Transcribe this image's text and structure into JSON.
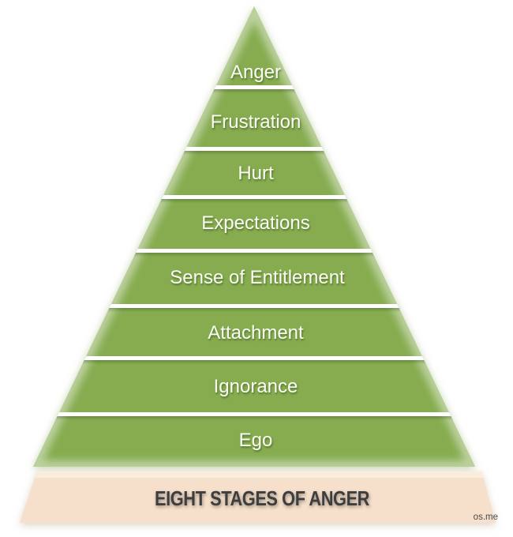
{
  "pyramid": {
    "levels": [
      "Anger",
      "Frustration",
      "Hurt",
      "Expectations",
      "Sense of Entitlement",
      "Attachment",
      "Ignorance",
      "Ego"
    ],
    "base_title": "EIGHT STAGES OF ANGER",
    "watermark": "os.me",
    "colors": {
      "level_fill": "#86AC4F",
      "divider": "#FFFFFF",
      "level_text": "#FCFCF6",
      "base_fill": "#F6E0CB",
      "base_highlight": "#FBEEDE",
      "title_text": "#3E3E3E",
      "watermark_text": "#4A4A4A",
      "background": "#FFFFFF"
    }
  }
}
